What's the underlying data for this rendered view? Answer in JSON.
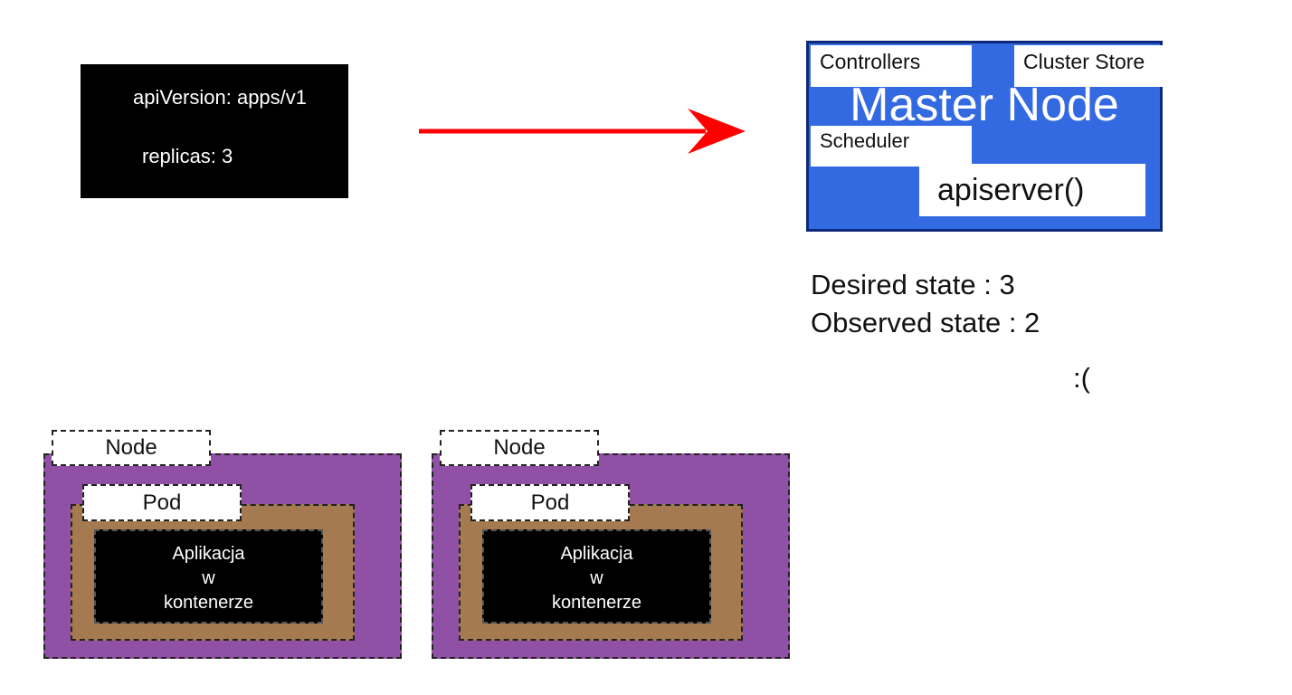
{
  "manifest": {
    "api_version": "apiVersion: apps/v1",
    "replicas": "replicas: 3"
  },
  "arrow": {
    "color": "#ff0000"
  },
  "master": {
    "title": "Master Node",
    "controllers": "Controllers",
    "cluster_store": "Cluster Store",
    "scheduler": "Scheduler",
    "apiserver": "apiserver()"
  },
  "state": {
    "desired": "Desired state : 3",
    "observed": "Observed state : 2",
    "emoticon": ":("
  },
  "nodes": [
    {
      "label": "Node",
      "pod": "Pod",
      "app": [
        "Aplikacja",
        "w",
        "kontenerze"
      ]
    },
    {
      "label": "Node",
      "pod": "Pod",
      "app": [
        "Aplikacja",
        "w",
        "kontenerze"
      ]
    }
  ],
  "colors": {
    "master_fill": "#3369e1",
    "node_fill": "#9050a5",
    "pod_fill": "#a67a50",
    "app_fill": "#000000"
  }
}
